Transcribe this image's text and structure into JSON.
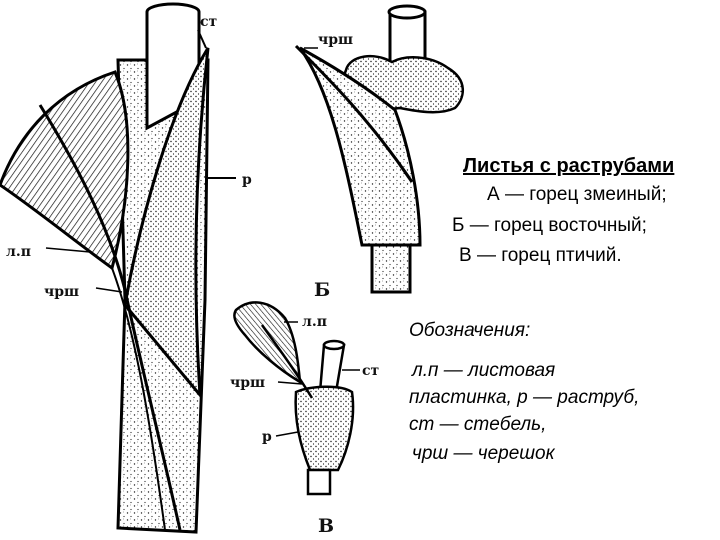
{
  "title": "Листья с раструбами",
  "species": [
    "А — горец змеиный;",
    "Б — горец восточный;",
    "В — горец птичий."
  ],
  "legend": {
    "heading": "Обозначения:",
    "lines": [
      "л.п — листовая",
      "пластинка, р — раструб,",
      "ст — стебель,",
      "чрш — черешок"
    ]
  },
  "figure_labels": {
    "a": {
      "st": "ст",
      "r": "р",
      "lp": "л.п",
      "chrsh": "чрш"
    },
    "b": {
      "chrsh": "чрш",
      "letter": "Б"
    },
    "c": {
      "lp": "л.п",
      "st": "ст",
      "chrsh": "чрш",
      "r": "р",
      "letter": "В"
    }
  }
}
